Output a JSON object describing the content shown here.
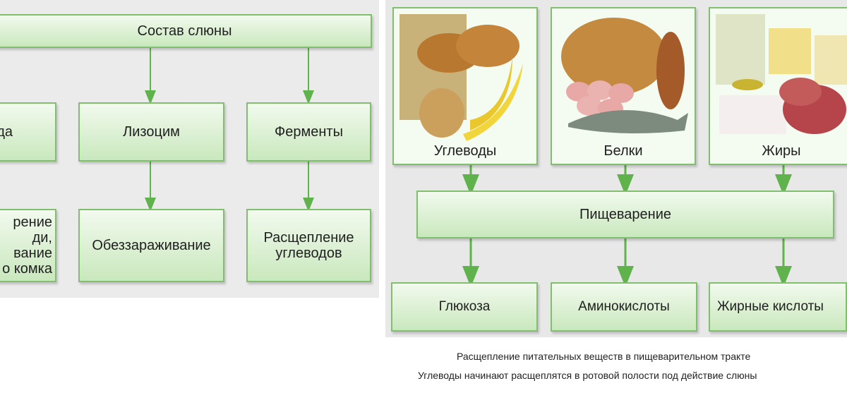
{
  "left_diagram": {
    "title": "Состав слюны",
    "row1": [
      "да",
      "Лизоцим",
      "Ферменты"
    ],
    "row2": [
      "рение\nди,\nвание\nо комка",
      "Обеззараживание",
      "Расщепление\nуглеводов"
    ]
  },
  "right_diagram": {
    "foods": [
      {
        "label": "Углеводы",
        "icon": "carbohydrate-foods-image"
      },
      {
        "label": "Белки",
        "icon": "protein-foods-image"
      },
      {
        "label": "Жиры",
        "icon": "fat-foods-image"
      }
    ],
    "process": "Пищеварение",
    "products": [
      "Глюкоза",
      "Аминокислоты",
      "Жирные кислоты"
    ]
  },
  "captions": {
    "line1": "Расщепление питательных веществ в пищеварительном тракте",
    "line2": "Углеводы начинают расщеплятся в ротовой полости под действие слюны"
  },
  "colors": {
    "box_border": "#7fbf6e",
    "arrow": "#5fb24c",
    "panel_bg": "#ebebeb"
  }
}
